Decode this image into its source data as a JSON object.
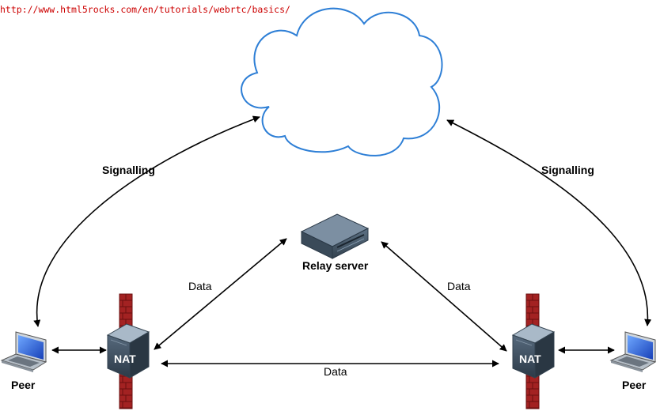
{
  "source_url": "http://www.html5rocks.com/en/tutorials/webrtc/basics/",
  "labels": {
    "signalling_left": "Signalling",
    "signalling_right": "Signalling",
    "relay_server": "Relay server",
    "data_left": "Data",
    "data_right": "Data",
    "data_bottom": "Data",
    "nat_left": "NAT",
    "nat_right": "NAT",
    "peer_left": "Peer",
    "peer_right": "Peer"
  },
  "colors": {
    "cloud_stroke": "#2e7fd6",
    "url_text": "#cc0000",
    "firewall": "#a32222",
    "firewall_mortar": "#6b1010",
    "nat_body": "#3e5164",
    "nat_top": "#93a5b6",
    "server_body": "#2b3947",
    "arrow": "#000000"
  },
  "icons": {
    "cloud": "cloud-icon",
    "relay": "server-icon",
    "nat": "router-icon",
    "firewall": "firewall-icon",
    "peer": "laptop-icon"
  }
}
